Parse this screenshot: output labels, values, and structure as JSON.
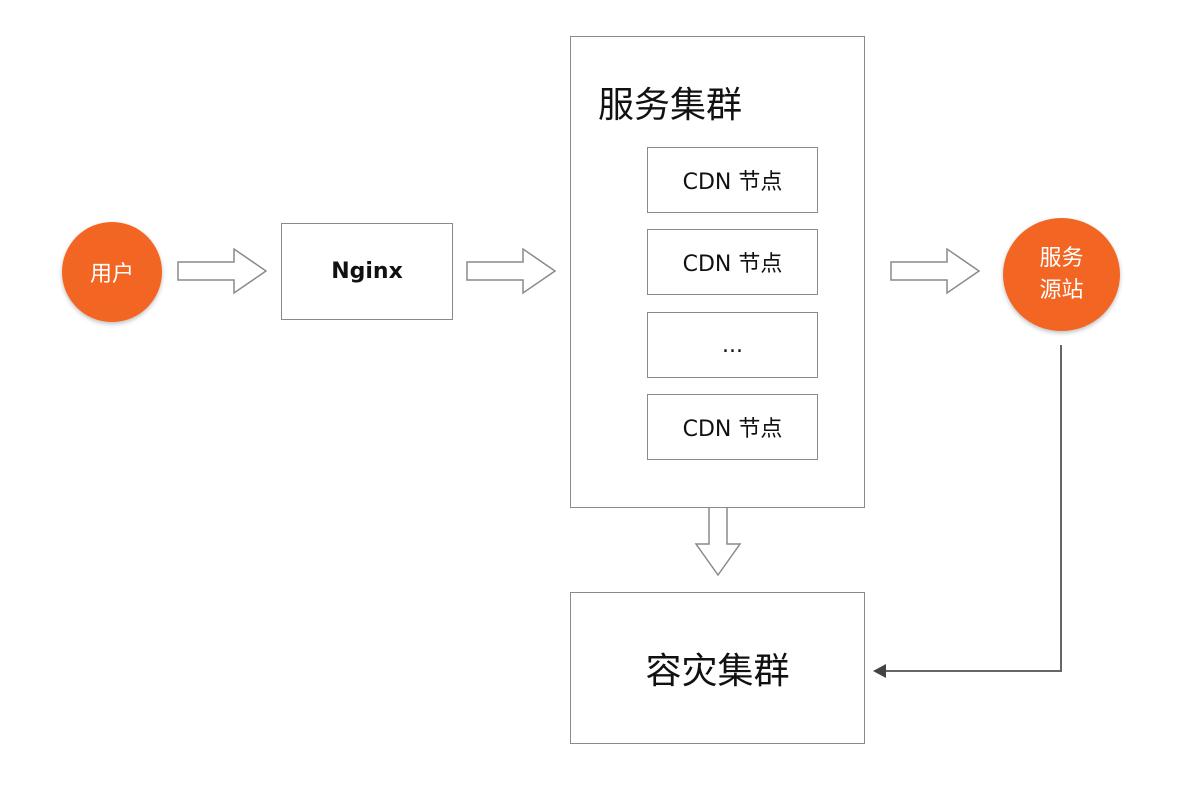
{
  "nodes": {
    "user": "用户",
    "nginx": "Nginx",
    "service_cluster": "服务集群",
    "cdn_nodes": [
      "CDN 节点",
      "CDN 节点",
      "...",
      "CDN 节点"
    ],
    "origin_line1": "服务",
    "origin_line2": "源站",
    "disaster_recovery": "容灾集群"
  },
  "colors": {
    "origin_fill": "#f26522",
    "border": "#8a8a8a"
  }
}
